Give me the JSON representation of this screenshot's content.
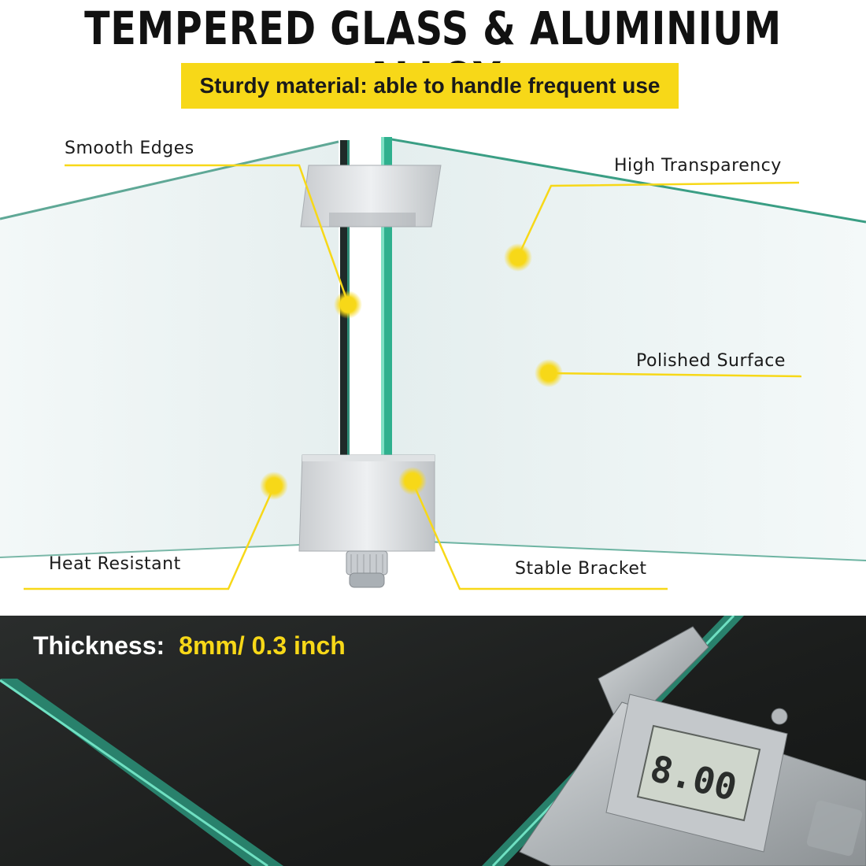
{
  "header": {
    "title": "TEMPERED GLASS & ALUMINIUM ALLOY",
    "subtitle": "Sturdy material: able to handle frequent use"
  },
  "callouts": {
    "smooth_edges": "Smooth Edges",
    "high_transparency": "High Transparency",
    "polished_surface": "Polished Surface",
    "heat_resistant": "Heat Resistant",
    "stable_bracket": "Stable Bracket"
  },
  "thickness": {
    "label": "Thickness:",
    "value": "8mm/ 0.3 inch",
    "caliper_readout": "8.00"
  },
  "colors": {
    "accent_yellow": "#f7d818",
    "glass_edge": "#3cb89a",
    "dark_panel": "#1d1f1e"
  }
}
